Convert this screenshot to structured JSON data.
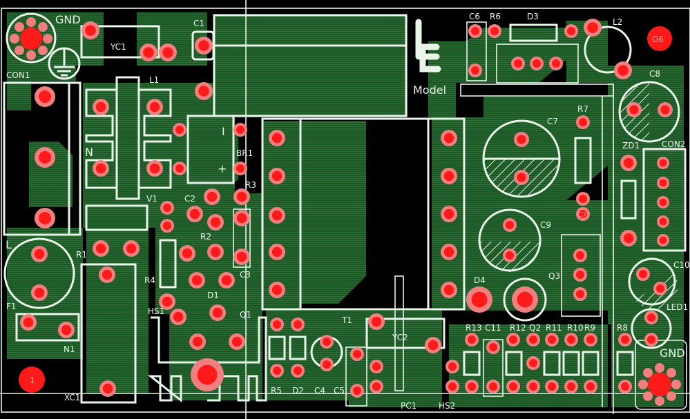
{
  "view": {
    "title": "PCB layout",
    "logo_text": "LE"
  },
  "colors": {
    "background": "#000000",
    "copper": "#1d5527",
    "pad": "#ff1a1a",
    "pad_ring": "#f08080",
    "silkscreen": "#e8f5e8"
  },
  "labels": {
    "gnd_top": "GND",
    "yc1": "YC1",
    "c1": "C1",
    "con1": "CON1",
    "l1": "L1",
    "n": "N",
    "v1": "V1",
    "br1": "BR1",
    "br1_minus": "I",
    "br1_plus": "+",
    "r3": "R3",
    "c2": "C2",
    "r2": "R2",
    "l": "L",
    "r1": "R1",
    "r4": "R4",
    "f1": "F1",
    "d1": "D1",
    "c3": "C3",
    "hs1": "HS1",
    "q1": "Q1",
    "n1": "N1",
    "xc1": "XC1",
    "r5": "R5",
    "d2": "D2",
    "t1": "T1",
    "c4": "C4",
    "c5": "C5",
    "yc2": "YC2",
    "pc1": "PC1",
    "hs2": "HS2",
    "c6": "C6",
    "r6": "R6",
    "d3": "D3",
    "l2": "L2",
    "g6": "G6",
    "model": "Model",
    "c8": "C8",
    "r7": "R7",
    "c7": "C7",
    "c7_pad": "C7",
    "zd1": "ZD1",
    "con2": "CON2",
    "c9": "C9",
    "q3": "Q3",
    "d4": "D4",
    "c10": "C10",
    "led1": "LED1",
    "r13": "R13",
    "c11": "C11",
    "r12": "R12",
    "q2": "Q2",
    "r11": "R11",
    "r10": "R10",
    "r9": "R9",
    "r8": "R8",
    "gnd_bottom": "GND",
    "pin1": "1"
  }
}
